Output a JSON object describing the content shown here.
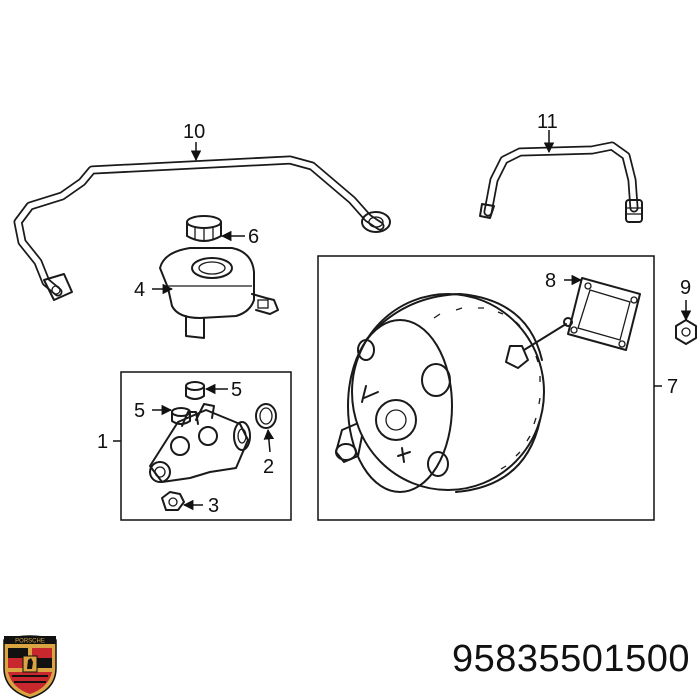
{
  "callouts": {
    "c1": "1",
    "c2": "2",
    "c3": "3",
    "c4": "4",
    "c5a": "5",
    "c5b": "5",
    "c6": "6",
    "c7": "7",
    "c8": "8",
    "c9": "9",
    "c10": "10",
    "c11": "11"
  },
  "part_number": "95835501500",
  "logo": {
    "brand_text": "PORSCHE",
    "colors": {
      "red": "#c8282d",
      "gold": "#d9a441",
      "black": "#111111"
    }
  }
}
